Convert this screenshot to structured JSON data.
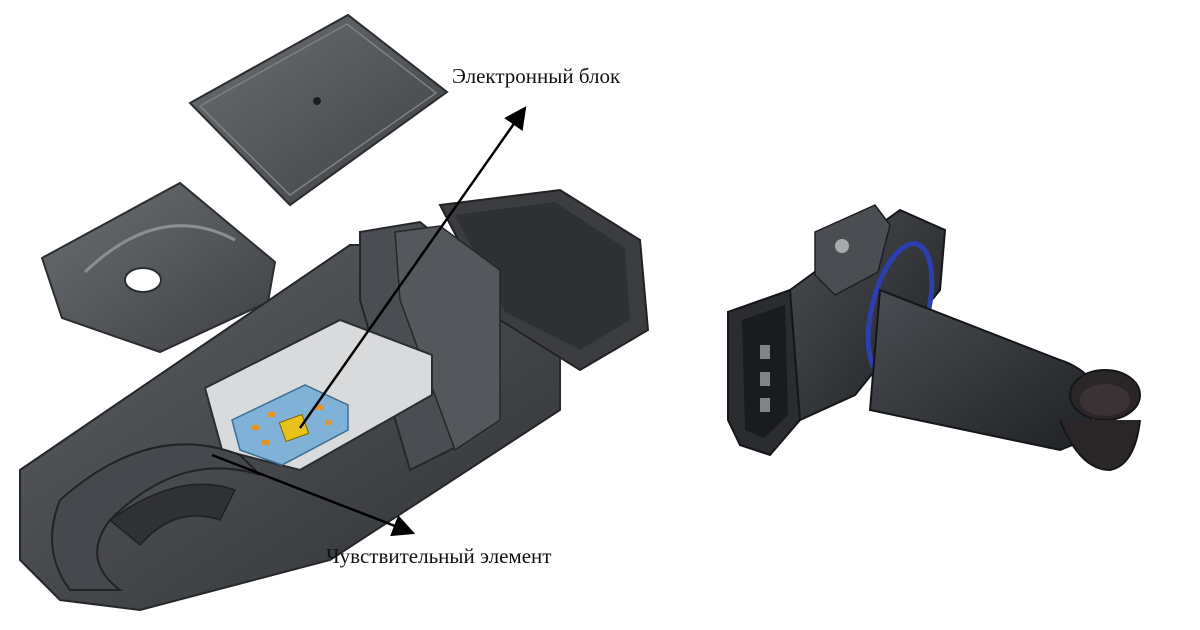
{
  "labels": {
    "electronic_unit": "Электронный блок",
    "sensing_element": "Чувствительный элемент"
  },
  "colors": {
    "housing_dark": "#3a3c3f",
    "housing_mid": "#55585c",
    "housing_light": "#707377",
    "pcb": "#7fb2d6",
    "chip": "#e8c21a",
    "seal_ring": "#2d3fb0",
    "arrow": "#000000"
  },
  "icons": {
    "left": "mass-air-flow-sensor-exploded-view",
    "right": "mass-air-flow-sensor-photo"
  }
}
